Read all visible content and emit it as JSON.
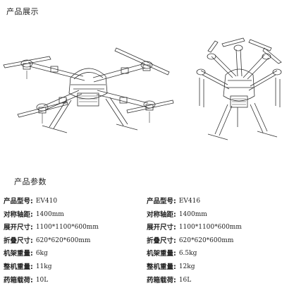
{
  "sections": {
    "display_title": "产品展示",
    "params_title": "产品参数"
  },
  "products": [
    {
      "name": "EV410",
      "rows": [
        {
          "label": "产品型号:",
          "value": "EV410"
        },
        {
          "label": "对称轴距:",
          "value": "1400mm"
        },
        {
          "label": "展开尺寸:",
          "value": "1100*1100*600mm"
        },
        {
          "label": "折叠尺寸:",
          "value": "620*620*600mm"
        },
        {
          "label": "机架重量:",
          "value": "6kg"
        },
        {
          "label": "整机重量:",
          "value": "11kg"
        },
        {
          "label": "药箱载荷:",
          "value": "10L"
        }
      ]
    },
    {
      "name": "EV416",
      "rows": [
        {
          "label": "产品型号:",
          "value": "EV416"
        },
        {
          "label": "对称轴距:",
          "value": "1400mm"
        },
        {
          "label": "展开尺寸:",
          "value": "1100*1100*600mm"
        },
        {
          "label": "折叠尺寸:",
          "value": "620*620*600mm"
        },
        {
          "label": "机架重量:",
          "value": "6.5kg"
        },
        {
          "label": "整机重量:",
          "value": "12kg"
        },
        {
          "label": "药箱载荷:",
          "value": "16L"
        }
      ]
    }
  ],
  "illustrations": [
    {
      "icon": "quadcopter-drone-icon"
    },
    {
      "icon": "hexacopter-drone-icon"
    }
  ]
}
